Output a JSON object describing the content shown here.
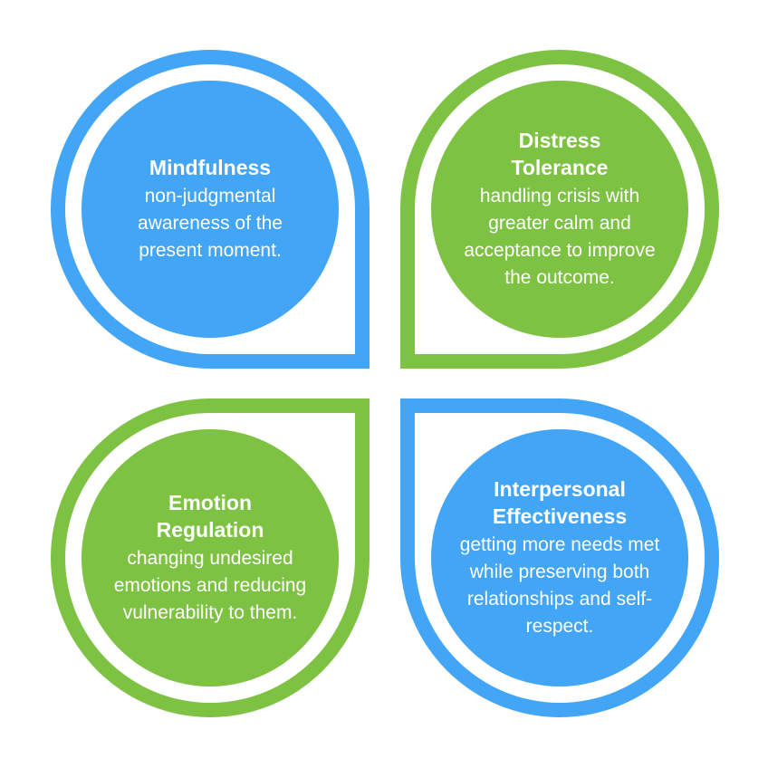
{
  "colors": {
    "blue": "#42a5f5",
    "green": "#7dc242",
    "white": "#ffffff"
  },
  "quadrants": {
    "mindfulness": {
      "title": "Mindfulness",
      "description": "non-judgmental awareness of the present moment.",
      "color": "#42a5f5"
    },
    "distress_tolerance": {
      "title": "Distress Tolerance",
      "description": "handling crisis with greater calm and acceptance to improve the outcome.",
      "color": "#7dc242"
    },
    "emotion_regulation": {
      "title": "Emotion Regulation",
      "description": "changing undesired emotions and reducing vulnerability to them.",
      "color": "#7dc242"
    },
    "interpersonal_effectiveness": {
      "title": "Interpersonal Effectiveness",
      "description": "getting more needs met while preserving both relationships and self-respect.",
      "color": "#42a5f5"
    }
  }
}
